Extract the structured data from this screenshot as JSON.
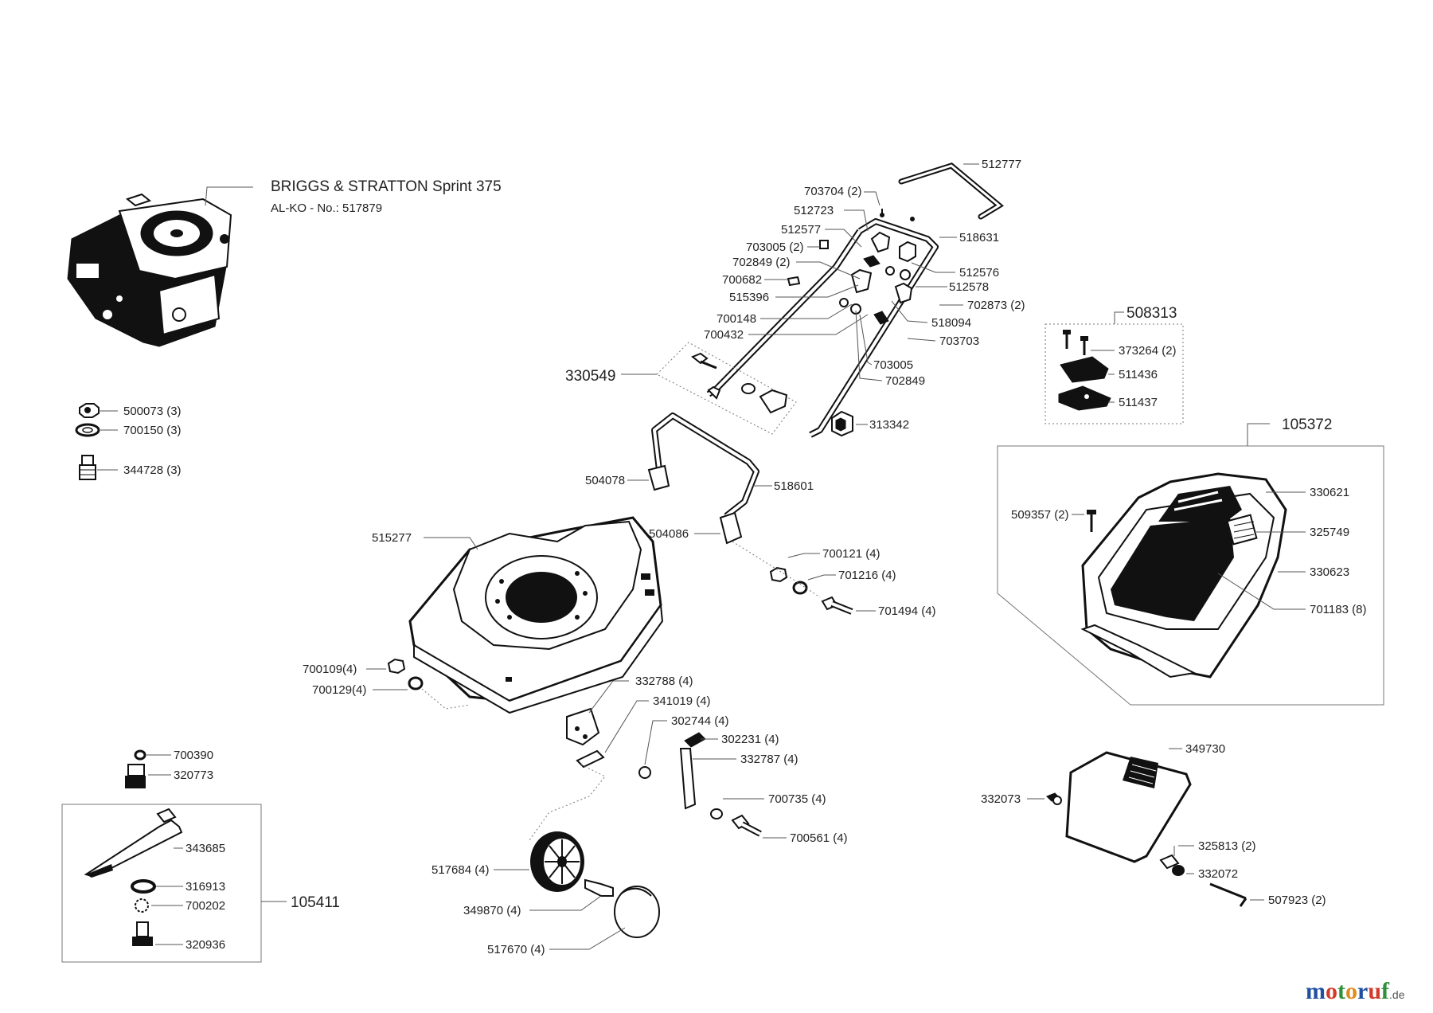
{
  "engine": {
    "title": "BRIGGS & STRATTON Sprint 375",
    "subtitle": "AL-KO - No.: 517879"
  },
  "labels": {
    "l512777": "512777",
    "l703704": "703704 (2)",
    "l512723": "512723",
    "l518631": "518631",
    "l512577": "512577",
    "l703005a": "703005 (2)",
    "l702849a": "702849 (2)",
    "l700682": "700682",
    "l512576": "512576",
    "l512578": "512578",
    "l515396": "515396",
    "l702873": "702873 (2)",
    "l700148": "700148",
    "l518094": "518094",
    "l700432": "700432",
    "l703703": "703703",
    "l703005b": "703005",
    "l702849b": "702849",
    "l330549": "330549",
    "l313342": "313342",
    "l504078": "504078",
    "l518601": "518601",
    "l504086": "504086",
    "l515277": "515277",
    "l700121": "700121 (4)",
    "l701216": "701216 (4)",
    "l701494": "701494 (4)",
    "l700109": "700109(4)",
    "l700129": "700129(4)",
    "l332788": "332788 (4)",
    "l341019": "341019 (4)",
    "l302744": "302744 (4)",
    "l302231": "302231 (4)",
    "l332787": "332787 (4)",
    "l700735": "700735 (4)",
    "l700561": "700561 (4)",
    "l517684": "517684 (4)",
    "l349870": "349870 (4)",
    "l517670": "517670 (4)",
    "l500073": "500073 (3)",
    "l700150": "700150 (3)",
    "l344728": "344728 (3)",
    "l700390": "700390",
    "l320773": "320773",
    "l343685": "343685",
    "l316913": "316913",
    "l700202": "700202",
    "l320936": "320936",
    "l105411": "105411",
    "l508313": "508313",
    "l373264": "373264 (2)",
    "l511436": "511436",
    "l511437": "511437",
    "l105372": "105372",
    "l509357": "509357 (2)",
    "l330621": "330621",
    "l325749": "325749",
    "l330623": "330623",
    "l701183": "701183 (8)",
    "l349730": "349730",
    "l332073": "332073",
    "l325813": "325813 (2)",
    "l332072": "332072",
    "l507923": "507923 (2)"
  },
  "watermark": {
    "brand": "motoruf",
    "suffix": ".de",
    "colors": [
      "#1f4fa0",
      "#d23a2a",
      "#2f8f3a",
      "#e08a1c",
      "#1f4fa0",
      "#d23a2a",
      "#2f8f3a"
    ]
  }
}
